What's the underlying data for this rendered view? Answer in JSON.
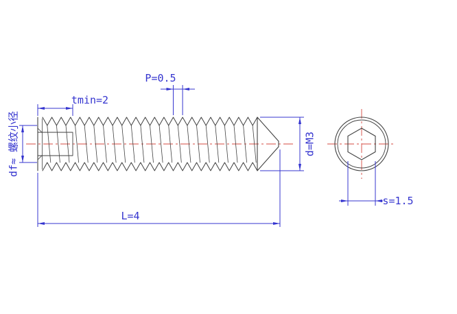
{
  "drawing": {
    "dimensions": {
      "tmin": "tmin=2",
      "pitch": "P=0.5",
      "thread_spec": "d=M3",
      "length": "L=4",
      "minor_diameter": "df≈ 螺纹小径",
      "socket_width": "s=1.5"
    },
    "colors": {
      "geometry": "#3f3f3f",
      "dimension": "#3434cf",
      "centerline": "#d4483f",
      "background": "#ffffff"
    }
  }
}
